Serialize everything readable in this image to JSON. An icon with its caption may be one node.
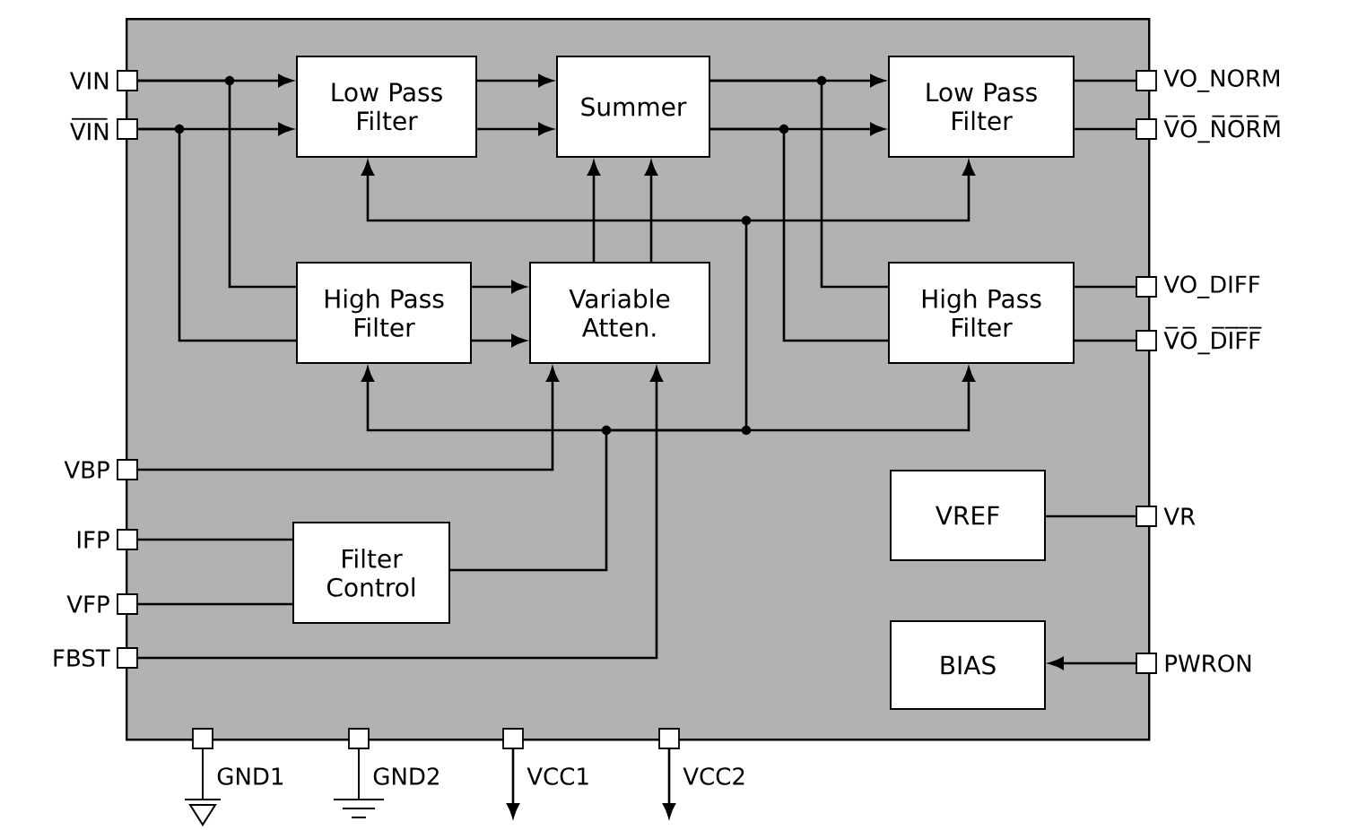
{
  "diagram": {
    "nodes": [
      {
        "text": [],
        "shape": "box"
      },
      {
        "text": [],
        "shape": "box",
        "beside": [
          "VIN"
        ]
      },
      {
        "text": [
          "Low Pass Filter"
        ],
        "in": 0
      },
      {
        "text": [
          "Summer"
        ],
        "in": 0
      },
      {
        "text": [
          "Low Pass Filter"
        ],
        "in": 0
      },
      {
        "text": [],
        "shape": "box",
        "beside": [
          "VO_NORM"
        ]
      },
      {
        "text": [],
        "shape": "box",
        "beside": [
          "V̅I̅N̅"
        ]
      },
      {
        "text": [],
        "shape": "box",
        "beside": [
          "V̅O̅_N̅O̅R̅M̅"
        ]
      },
      {
        "text": [
          "High Pass Filter"
        ],
        "in": 0
      },
      {
        "text": [
          "Variable Atten."
        ],
        "in": 0
      },
      {
        "text": [
          "High Pass Filter"
        ],
        "in": 0
      },
      {
        "text": [],
        "shape": "box",
        "beside": [
          "VO_DIFF"
        ]
      },
      {
        "text": [],
        "shape": "box",
        "beside": [
          "V̅O̅_D̅I̅F̅F̅"
        ]
      },
      {
        "text": [],
        "shape": "box",
        "beside": [
          "VBP"
        ]
      },
      {
        "text": [
          "VREF"
        ],
        "in": 0
      },
      {
        "text": [],
        "shape": "box",
        "beside": [
          "VR"
        ]
      },
      {
        "text": [],
        "shape": "box",
        "beside": [
          "IFP"
        ]
      },
      {
        "text": [
          "Filter Control"
        ],
        "in": 0
      },
      {
        "text": [],
        "shape": "box",
        "beside": [
          "VFP"
        ]
      },
      {
        "text": [],
        "shape": "box",
        "beside": [
          "FBST"
        ]
      },
      {
        "text": [
          "BIAS"
        ],
        "in": 0
      },
      {
        "text": [],
        "shape": "box",
        "beside": [
          "PWRON"
        ]
      },
      {
        "text": [],
        "shape": "box",
        "beside": [
          "GND1"
        ]
      },
      {
        "text": [],
        "shape": "box",
        "beside": [
          "GND2"
        ]
      },
      {
        "text": [],
        "shape": "box",
        "beside": [
          "VCC1"
        ]
      },
      {
        "text": [],
        "shape": "box",
        "beside": [
          "VCC2"
        ]
      }
    ],
    "edges": [
      {
        "from": 1,
        "to": 2,
        "arrow": "to"
      },
      {
        "from": 1,
        "to": 8,
        "arrow": "none"
      },
      {
        "from": 6,
        "to": 2,
        "arrow": "to"
      },
      {
        "from": 6,
        "to": 8,
        "arrow": "none"
      },
      {
        "from": 2,
        "to": 3,
        "arrow": "to"
      },
      {
        "from": 2,
        "to": 3,
        "arrow": "to"
      },
      {
        "from": 8,
        "to": 9,
        "arrow": "to"
      },
      {
        "from": 8,
        "to": 9,
        "arrow": "to"
      },
      {
        "from": 9,
        "to": 3,
        "arrow": "to"
      },
      {
        "from": 9,
        "to": 3,
        "arrow": "to"
      },
      {
        "from": 3,
        "to": 4,
        "arrow": "to"
      },
      {
        "from": 3,
        "to": 4,
        "arrow": "to"
      },
      {
        "from": 3,
        "to": 10,
        "arrow": "none"
      },
      {
        "from": 3,
        "to": 10,
        "arrow": "none"
      },
      {
        "from": 4,
        "to": 5,
        "arrow": "none"
      },
      {
        "from": 4,
        "to": 7,
        "arrow": "none"
      },
      {
        "from": 10,
        "to": 11,
        "arrow": "none"
      },
      {
        "from": 10,
        "to": 12,
        "arrow": "none"
      },
      {
        "from": 17,
        "to": 8,
        "arrow": "to"
      },
      {
        "from": 17,
        "to": 10,
        "arrow": "to"
      },
      {
        "from": 17,
        "to": 2,
        "arrow": "to"
      },
      {
        "from": 17,
        "to": 4,
        "arrow": "to"
      },
      {
        "from": 13,
        "to": 9,
        "arrow": "to"
      },
      {
        "from": 19,
        "to": 9,
        "arrow": "to"
      },
      {
        "from": 16,
        "to": 17,
        "arrow": "none"
      },
      {
        "from": 18,
        "to": 17,
        "arrow": "none"
      },
      {
        "from": 14,
        "to": 15,
        "arrow": "none"
      },
      {
        "from": 21,
        "to": 20,
        "arrow": "to"
      },
      {
        "from": 24,
        "to": null,
        "arrow": "to"
      },
      {
        "from": 25,
        "to": null,
        "arrow": "to"
      }
    ]
  }
}
